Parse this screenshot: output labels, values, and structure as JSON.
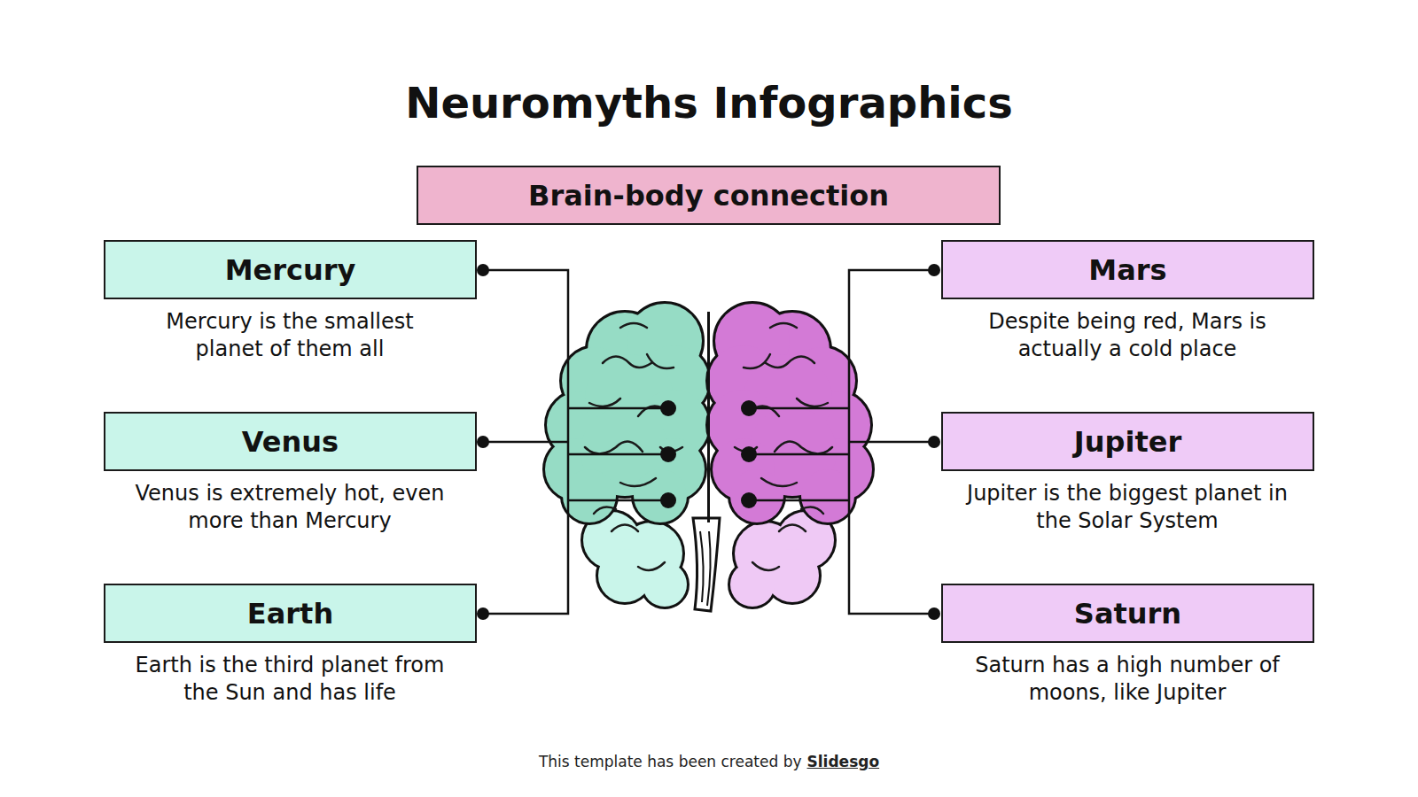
{
  "diagram": {
    "title": "Neuromyths Infographics",
    "nodes": [
      {
        "text": [
          "Brain-body connection"
        ]
      },
      {
        "text": [
          "Mercury",
          "Mercury is the smallest planet of them all"
        ]
      },
      {
        "text": [
          "Mars",
          "Despite being red, Mars is actually a cold place"
        ]
      },
      {
        "text": [
          "Venus",
          "Venus is extremely hot, even more than Mercury"
        ]
      },
      {
        "text": [
          "Jupiter",
          "Jupiter is the biggest planet in the Solar System"
        ]
      },
      {
        "text": [
          "Earth",
          "Earth is the third planet from the Sun and has life"
        ]
      },
      {
        "text": [
          "Saturn",
          "Saturn has a high number of moons, like Jupiter"
        ]
      }
    ],
    "labels": [
      "This template has been created by",
      "Slidesgo"
    ]
  }
}
